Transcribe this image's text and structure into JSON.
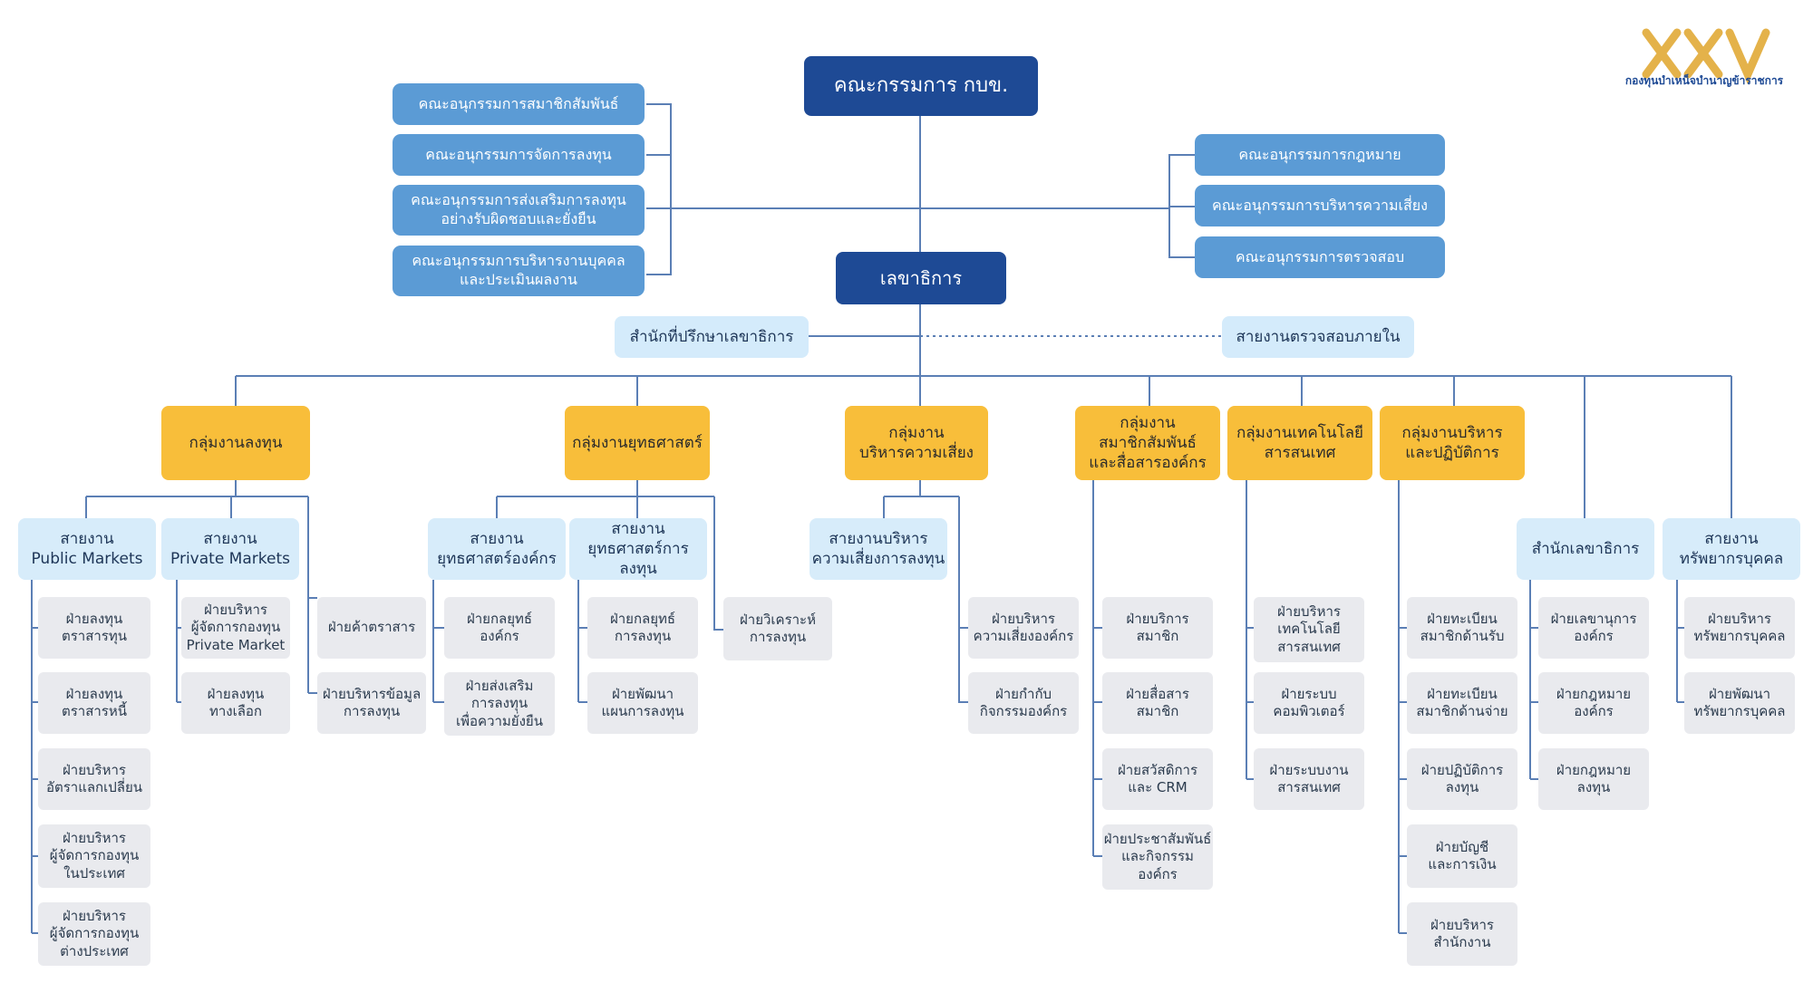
{
  "logo": {
    "mark": "XXV",
    "caption": "กองทุนบำเหน็จบำนาญข้าราชการ",
    "color": "#e4b24a"
  },
  "board": "คณะกรรมการ กบข.",
  "committees_left": [
    "คณะอนุกรรมการสมาชิกสัมพันธ์",
    "คณะอนุกรรมการจัดการลงทุน",
    "คณะอนุกรรมการส่งเสริมการลงทุน\nอย่างรับผิดชอบและยั่งยืน",
    "คณะอนุกรรมการบริหารงานบุคคล\nและประเมินผลงาน"
  ],
  "committees_right": [
    "คณะอนุกรรมการกฎหมาย",
    "คณะอนุกรรมการบริหารความเสี่ยง",
    "คณะอนุกรรมการตรวจสอบ"
  ],
  "secretary": "เลขาธิการ",
  "advisor_office": "สำนักที่ปรึกษาเลขาธิการ",
  "internal_audit": "สายงานตรวจสอบภายใน",
  "groups": [
    "กลุ่มงานลงทุน",
    "กลุ่มงานยุทธศาสตร์",
    "กลุ่มงาน\nบริหารความเสี่ยง",
    "กลุ่มงาน\nสมาชิกสัมพันธ์\nและสื่อสารองค์กร",
    "กลุ่มงานเทคโนโลยี\nสารสนเทศ",
    "กลุ่มงานบริหาร\nและปฏิบัติการ"
  ],
  "depts": [
    "สายงาน\nPublic Markets",
    "สายงาน\nPrivate Markets",
    "สายงาน\nยุทธศาสตร์องค์กร",
    "สายงาน\nยุทธศาสตร์การลงทุน",
    "สายงานบริหาร\nความเสี่ยงการลงทุน",
    "สำนักเลขาธิการ",
    "สายงาน\nทรัพยากรบุคคล"
  ],
  "divs": {
    "public_markets": [
      "ฝ่ายลงทุน\nตราสารทุน",
      "ฝ่ายลงทุน\nตราสารหนี้",
      "ฝ่ายบริหาร\nอัตราแลกเปลี่ยน",
      "ฝ่ายบริหาร\nผู้จัดการกองทุน\nในประเทศ",
      "ฝ่ายบริหาร\nผู้จัดการกองทุน\nต่างประเทศ"
    ],
    "private_markets": [
      "ฝ่ายบริหาร\nผู้จัดการกองทุน\nPrivate Market",
      "ฝ่ายลงทุน\nทางเลือก"
    ],
    "invest_direct": [
      "ฝ่ายค้าตราสาร",
      "ฝ่ายบริหารข้อมูล\nการลงทุน"
    ],
    "corp_strategy": [
      "ฝ่ายกลยุทธ์\nองค์กร",
      "ฝ่ายส่งเสริม\nการลงทุน\nเพื่อความยั่งยืน"
    ],
    "invest_strategy": [
      "ฝ่ายกลยุทธ์\nการลงทุน",
      "ฝ่ายพัฒนา\nแผนการลงทุน"
    ],
    "strategy_direct": [
      "ฝ่ายวิเคราะห์\nการลงทุน"
    ],
    "risk": [
      "ฝ่ายบริหาร\nความเสี่ยงองค์กร",
      "ฝ่ายกำกับ\nกิจกรรมองค์กร"
    ],
    "member": [
      "ฝ่ายบริการ\nสมาชิก",
      "ฝ่ายสื่อสาร\nสมาชิก",
      "ฝ่ายสวัสดิการ\nและ CRM",
      "ฝ่ายประชาสัมพันธ์\nและกิจกรรม\nองค์กร"
    ],
    "it": [
      "ฝ่ายบริหาร\nเทคโนโลยี\nสารสนเทศ",
      "ฝ่ายระบบ\nคอมพิวเตอร์",
      "ฝ่ายระบบงาน\nสารสนเทศ"
    ],
    "ops": [
      "ฝ่ายทะเบียน\nสมาชิกด้านรับ",
      "ฝ่ายทะเบียน\nสมาชิกด้านจ่าย",
      "ฝ่ายปฏิบัติการ\nลงทุน",
      "ฝ่ายบัญชี\nและการเงิน",
      "ฝ่ายบริหาร\nสำนักงาน"
    ],
    "sec_office": [
      "ฝ่ายเลขานุการ\nองค์กร",
      "ฝ่ายกฎหมาย\nองค์กร",
      "ฝ่ายกฎหมาย\nลงทุน"
    ],
    "hr": [
      "ฝ่ายบริหาร\nทรัพยากรบุคคล",
      "ฝ่ายพัฒนา\nทรัพยากรบุคคล"
    ]
  }
}
